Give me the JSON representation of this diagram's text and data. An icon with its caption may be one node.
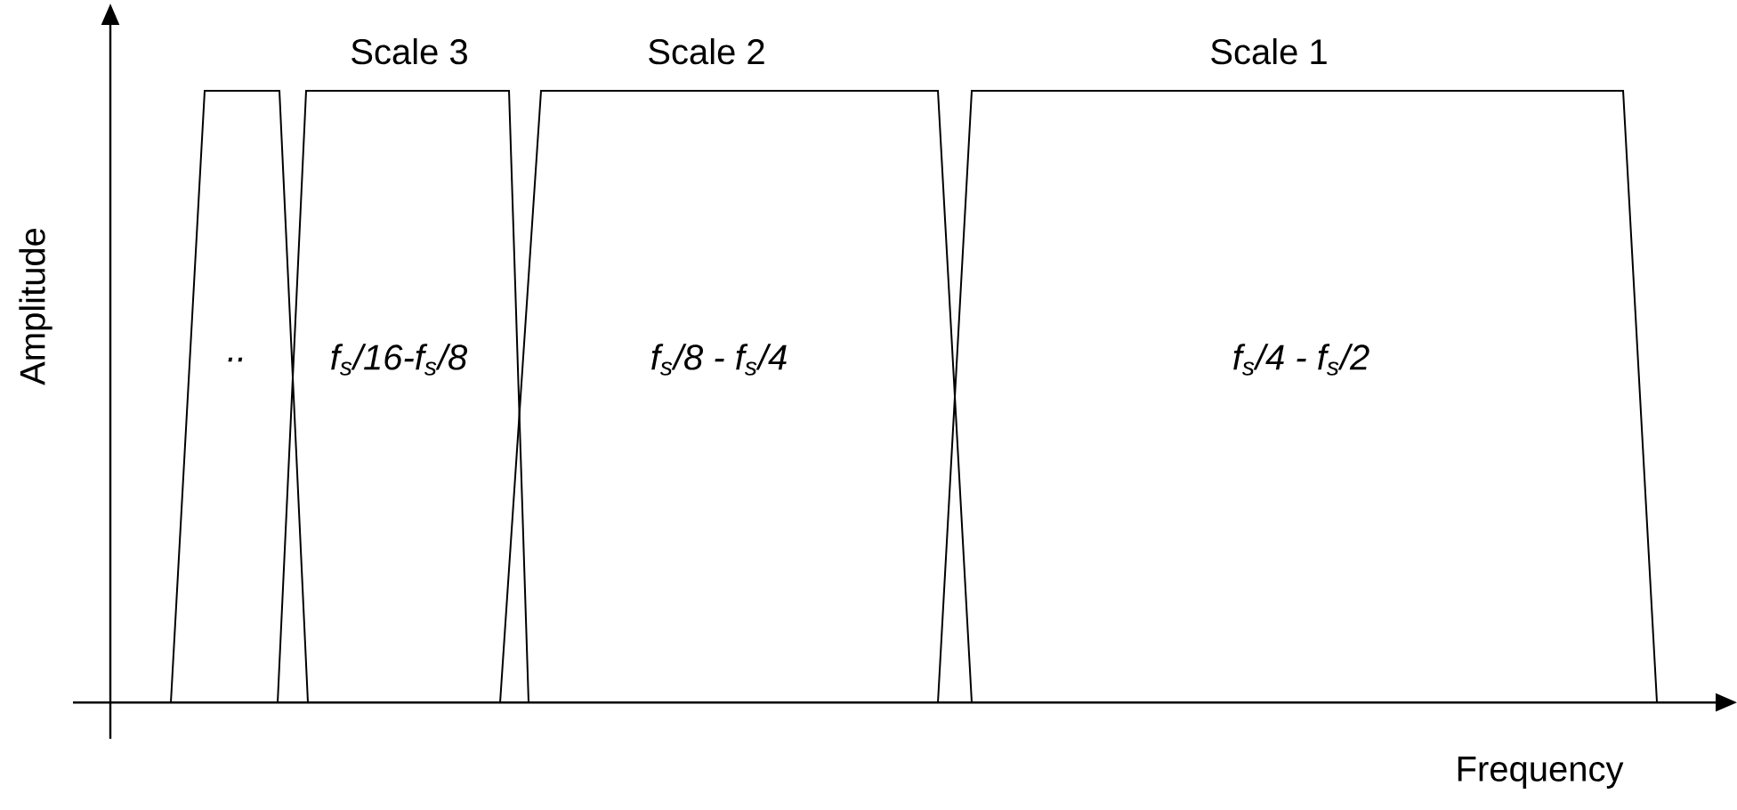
{
  "diagram": {
    "nodes": [
      {
        "text": [
          ".."
        ]
      },
      {
        "text": [
          "Scale 3",
          "f$_{s}$/16-f$_{s}$/8"
        ]
      },
      {
        "text": [
          "Scale 2",
          "f$_{s}$/8 - f$_{s}$/4"
        ]
      },
      {
        "text": [
          "Scale 1",
          "f$_{s}$/4 - f$_{s}$/2"
        ]
      }
    ],
    "labels": [
      "Amplitude",
      "Frequency"
    ]
  }
}
